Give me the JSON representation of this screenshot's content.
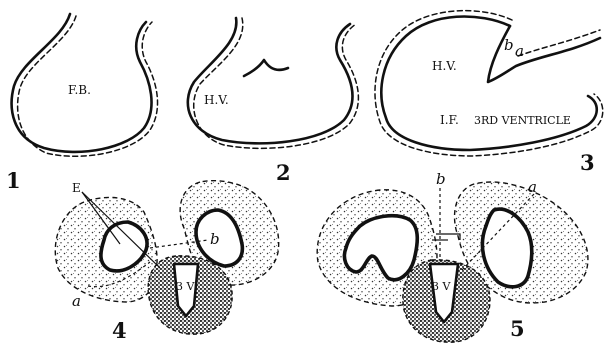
{
  "panels": {
    "p1": {
      "number": "1",
      "region_label": "F.B."
    },
    "p2": {
      "number": "2",
      "region_label": "H.V."
    },
    "p3": {
      "number": "3",
      "region_label": "H.V.",
      "lower_label": "I.F.",
      "ventricle_label": "3RD VENTRICLE",
      "marker_b": "b",
      "marker_a": "a"
    },
    "p4": {
      "number": "4",
      "label_e": "E",
      "label_b": "b",
      "label_a": "a",
      "ventricle_label": "3 V"
    },
    "p5": {
      "number": "5",
      "label_b": "b",
      "label_a": "a",
      "ventricle_label": "3 V"
    }
  }
}
